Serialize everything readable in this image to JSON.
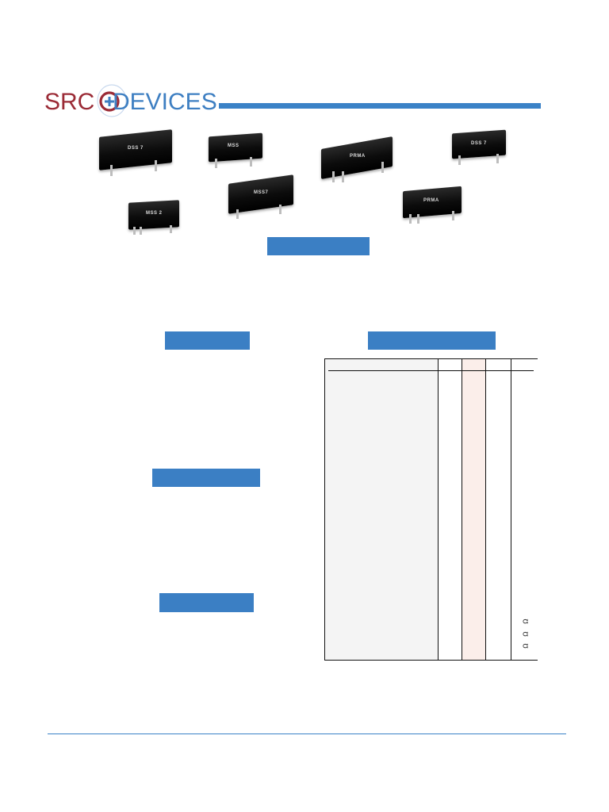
{
  "header": {
    "logo_primary": "SRC",
    "logo_secondary": "DEVICES",
    "accent_color": "#3b82c7",
    "brand_color": "#9b2b36"
  },
  "products": [
    {
      "marking": "DSS 7"
    },
    {
      "marking": "MSS"
    },
    {
      "marking": "PRMA"
    },
    {
      "marking": "DSS 7"
    },
    {
      "marking": "MSS 2"
    },
    {
      "marking": "MSS7"
    },
    {
      "marking": "PRMA"
    }
  ],
  "sections": {
    "title_bar": "",
    "left_heading_1": "",
    "left_heading_2": "",
    "left_heading_3": "",
    "right_heading": ""
  },
  "spec_table": {
    "highlight_color": "#fbeeea",
    "unit_symbols": [
      "Ω",
      "Ω",
      "Ω"
    ]
  }
}
